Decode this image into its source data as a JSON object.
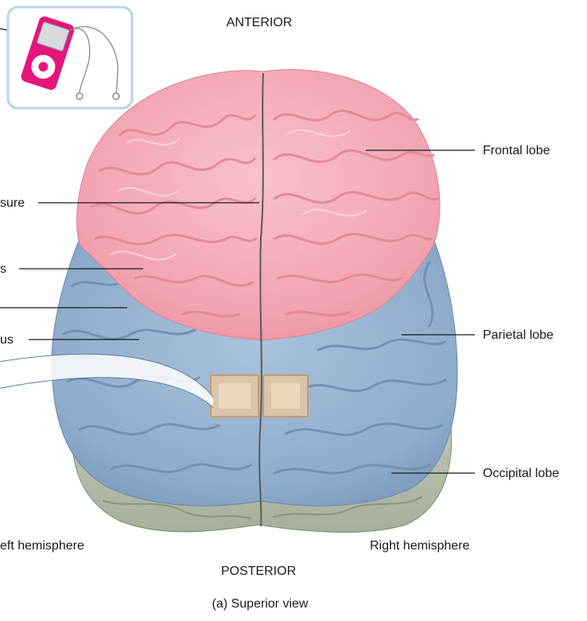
{
  "labels": {
    "anterior": "ANTERIOR",
    "posterior": "POSTERIOR",
    "caption": "(a) Superior view",
    "frontal_lobe": "Frontal lobe",
    "parietal_lobe": "Parietal lobe",
    "occipital_lobe": "Occipital lobe",
    "left_hemisphere": "eft hemisphere",
    "right_hemisphere": "Right hemisphere",
    "cut_fissure": "sure",
    "cut_sulcus_1": "s",
    "cut_sulcus_2": "us"
  },
  "icons": {
    "media": "music-player-icon"
  },
  "colors": {
    "frontal": "#f3a7b3",
    "parietal": "#93b0cf",
    "occipital": "#b4bca9",
    "icon_pink": "#e5157c",
    "icon_frame": "#b8d4e8",
    "inset": "#e0be8e"
  }
}
